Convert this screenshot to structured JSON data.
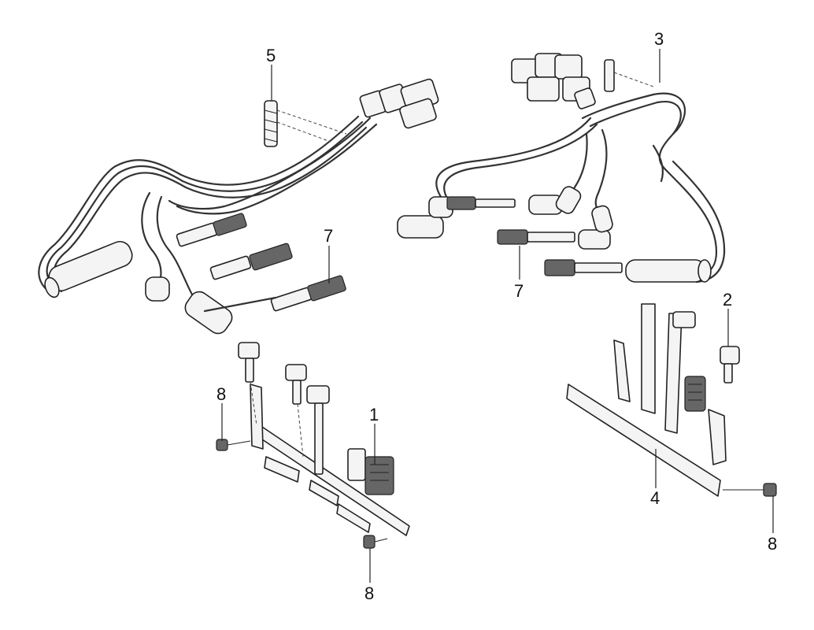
{
  "diagram": {
    "callouts": [
      {
        "id": "c5",
        "label": "5"
      },
      {
        "id": "c3",
        "label": "3"
      },
      {
        "id": "c7a",
        "label": "7"
      },
      {
        "id": "c7b",
        "label": "7"
      },
      {
        "id": "c2",
        "label": "2"
      },
      {
        "id": "c8a",
        "label": "8"
      },
      {
        "id": "c1",
        "label": "1"
      },
      {
        "id": "c8b",
        "label": "8"
      },
      {
        "id": "c4",
        "label": "4"
      },
      {
        "id": "c8c",
        "label": "8"
      }
    ]
  }
}
